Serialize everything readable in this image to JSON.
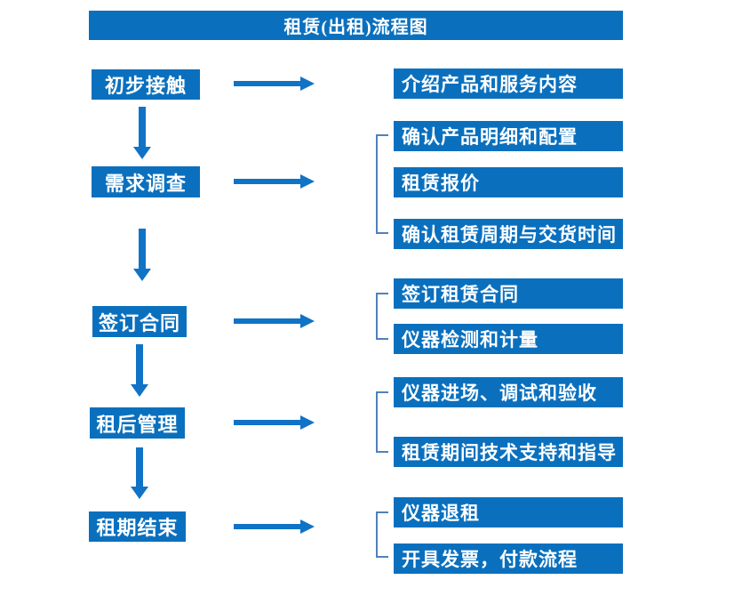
{
  "title": "租赁(出租)流程图",
  "colors": {
    "bg": "#ffffff",
    "box-fill": "#0a70be",
    "arrow": "#1173c6",
    "bracket": "#4f81bd",
    "text": "#ffffff"
  },
  "steps": [
    {
      "label": "初步接触",
      "details": [
        "介绍产品和服务内容"
      ]
    },
    {
      "label": "需求调查",
      "details": [
        "确认产品明细和配置",
        "租赁报价",
        "确认租赁周期与交货时间"
      ]
    },
    {
      "label": "签订合同",
      "details": [
        "签订租赁合同",
        "仪器检测和计量"
      ]
    },
    {
      "label": "租后管理",
      "details": [
        "仪器进场、调试和验收",
        "租赁期间技术支持和指导"
      ]
    },
    {
      "label": "租期结束",
      "details": [
        "仪器退租",
        "开具发票，付款流程"
      ]
    }
  ]
}
